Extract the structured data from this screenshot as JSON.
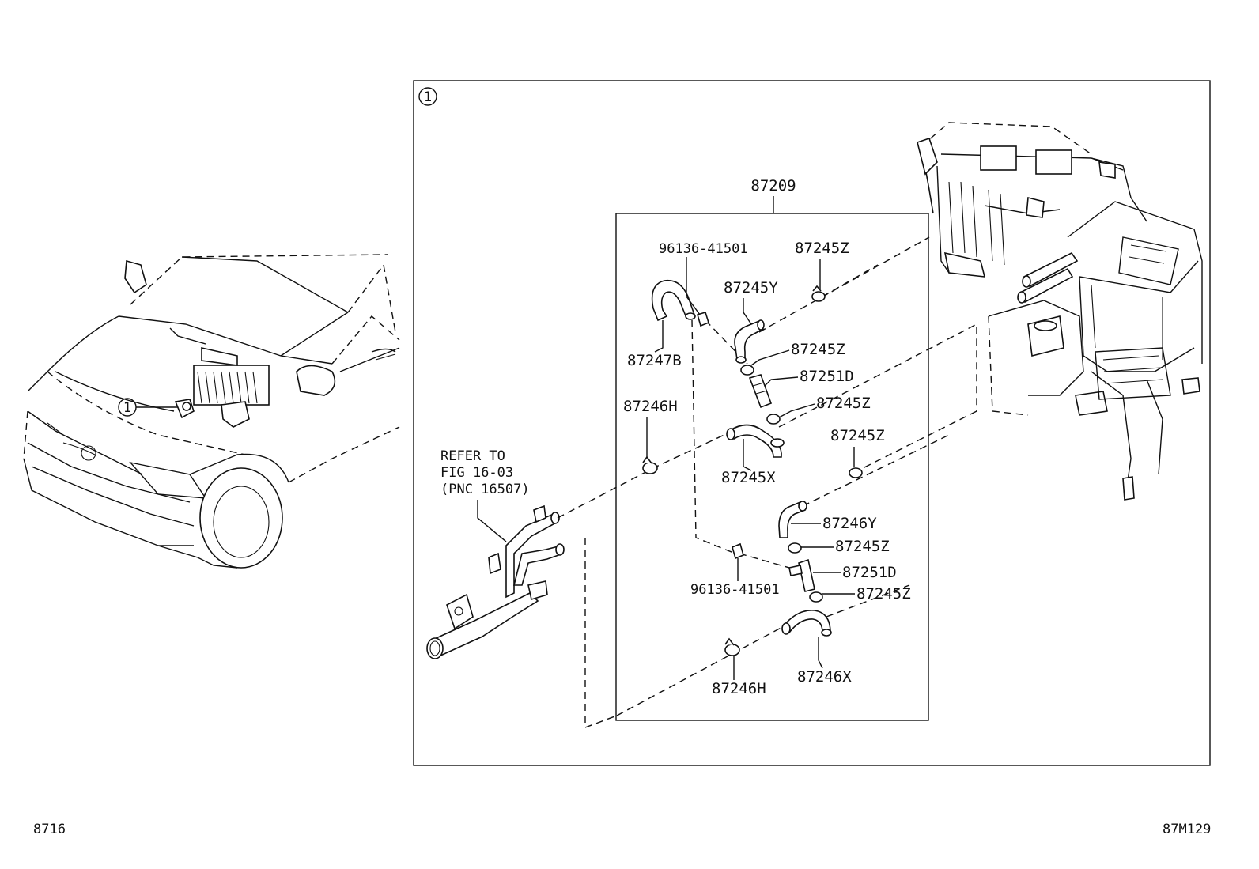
{
  "callout_marker": "1",
  "car_callout_marker": "1",
  "labels": {
    "assembly": "87209",
    "clip_top": "96136-41501",
    "clip_bottom": "96136-41501",
    "clamp_z1": "87245Z",
    "hose_y": "87245Y",
    "clamp_z2": "87245Z",
    "valve_1": "87251D",
    "clamp_z3": "87245Z",
    "hose_b": "87247B",
    "clamp_h1": "87246H",
    "hose_x": "87245X",
    "clamp_z4": "87245Z",
    "hose_46y": "87246Y",
    "clamp_z5": "87245Z",
    "valve_2": "87251D",
    "clamp_z6": "87245Z",
    "hose_46x": "87246X",
    "clamp_h2": "87246H"
  },
  "refer_note": {
    "line1": "REFER TO",
    "line2": "FIG 16-03",
    "line3": "(PNC 16507)"
  },
  "footer": {
    "left_code": "8716",
    "right_code": "87M129"
  }
}
